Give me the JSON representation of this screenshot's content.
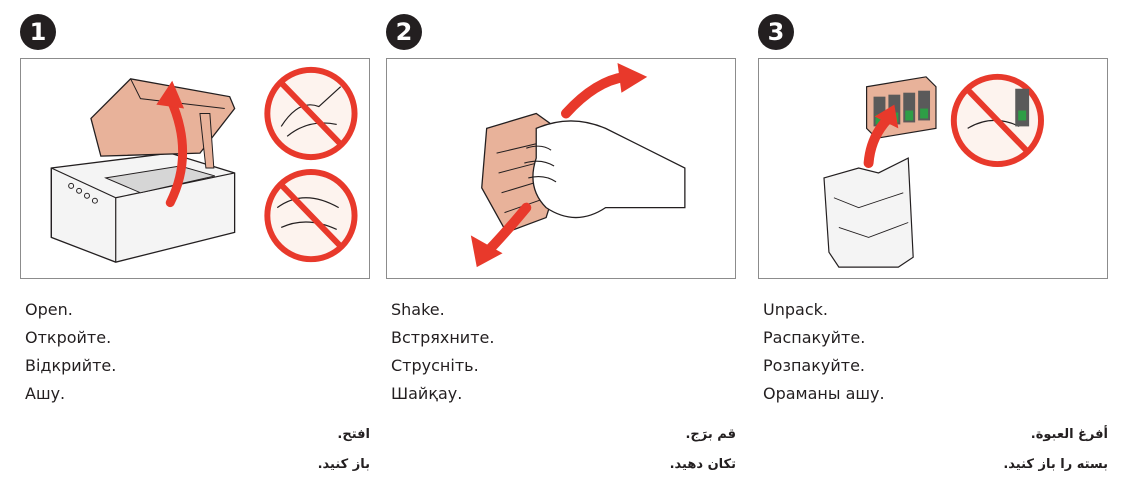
{
  "steps": [
    {
      "number": "1",
      "lines": [
        "Open.",
        "Откройте.",
        "Відкрийте.",
        "Ашу."
      ],
      "rtl": [
        "افتح.",
        "باز كنيد."
      ],
      "colors": {
        "arrow": "#e8392b",
        "prohibit": "#e8392b",
        "printer_lid": "#e8b29a"
      }
    },
    {
      "number": "2",
      "lines": [
        "Shake.",
        "Встряхните.",
        "Струсніть.",
        "Шайқау."
      ],
      "rtl": [
        "قم برَج.",
        "تكان دهيد."
      ],
      "colors": {
        "arrow": "#e8392b",
        "cartridge": "#e8b29a"
      }
    },
    {
      "number": "3",
      "lines": [
        "Unpack.",
        "Распакуйте.",
        "Розпакуйте.",
        "Ораманы ашу."
      ],
      "rtl": [
        "أفرغ العبوة.",
        "بسته را باز كنيد."
      ],
      "colors": {
        "arrow": "#e8392b",
        "prohibit": "#e8392b",
        "cartridge_chip": "#2e9e46"
      }
    }
  ]
}
